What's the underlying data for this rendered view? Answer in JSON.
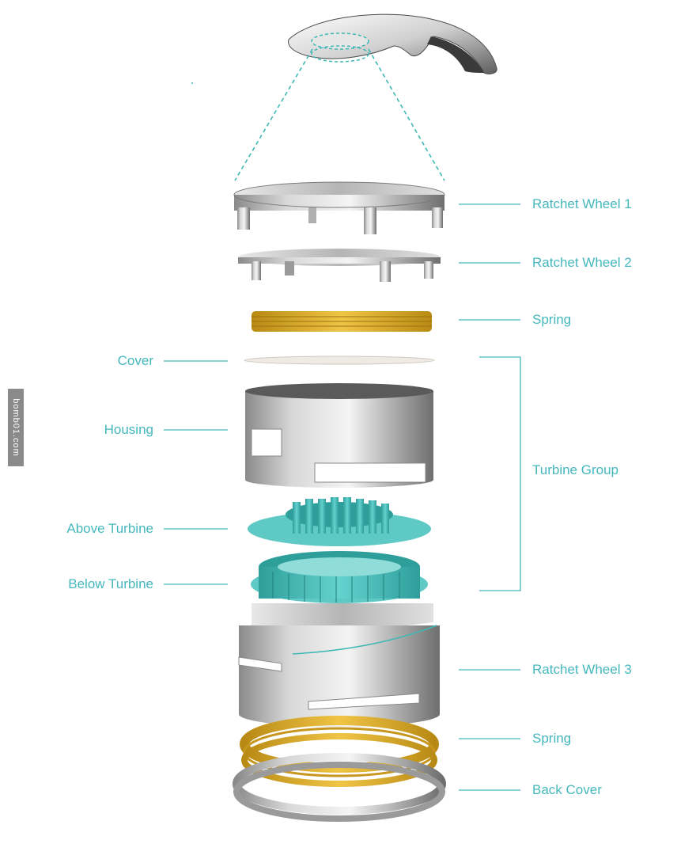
{
  "labels": {
    "ratchet_wheel_1": "Ratchet Wheel 1",
    "ratchet_wheel_2": "Ratchet Wheel 2",
    "spring_top": "Spring",
    "cover": "Cover",
    "housing": "Housing",
    "turbine_group": "Turbine Group",
    "above_turbine": "Above Turbine",
    "below_turbine": "Below Turbine",
    "ratchet_wheel_3": "Ratchet Wheel 3",
    "spring_bottom": "Spring",
    "back_cover": "Back Cover"
  },
  "watermark": "bomb01.com",
  "colors": {
    "accent": "#45b8bd",
    "turbine": "#3fb8b5",
    "spring": "#d8a82a",
    "metal_dark": "#8e8e8e",
    "metal_light": "#f2f2f2"
  }
}
